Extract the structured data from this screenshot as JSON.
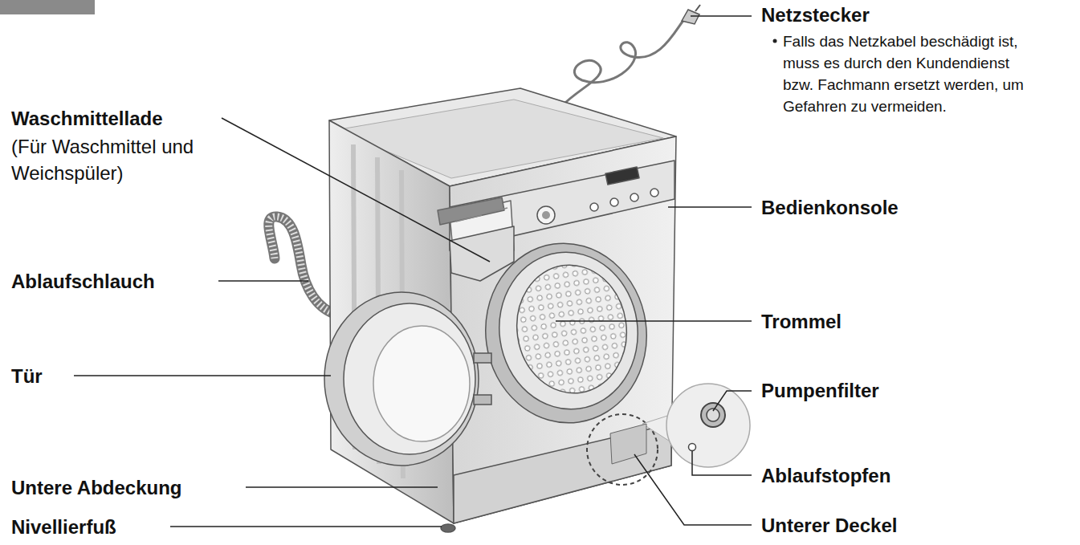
{
  "diagram": {
    "labels": [
      "Netzstecker",
      "Falls das Netzkabel beschädigt ist, muss es durch den Kundendienst bzw. Fachmann ersetzt werden, um Gefahren zu vermeiden.",
      "Waschmittellade",
      "(Für Waschmittel und Weichspüler)",
      "Bedienkonsole",
      "Ablaufschlauch",
      "Trommel",
      "Tür",
      "Pumpenfilter",
      "Ablaufstopfen",
      "Untere Abdeckung",
      "Unterer Deckel",
      "Nivellierfuß"
    ]
  }
}
